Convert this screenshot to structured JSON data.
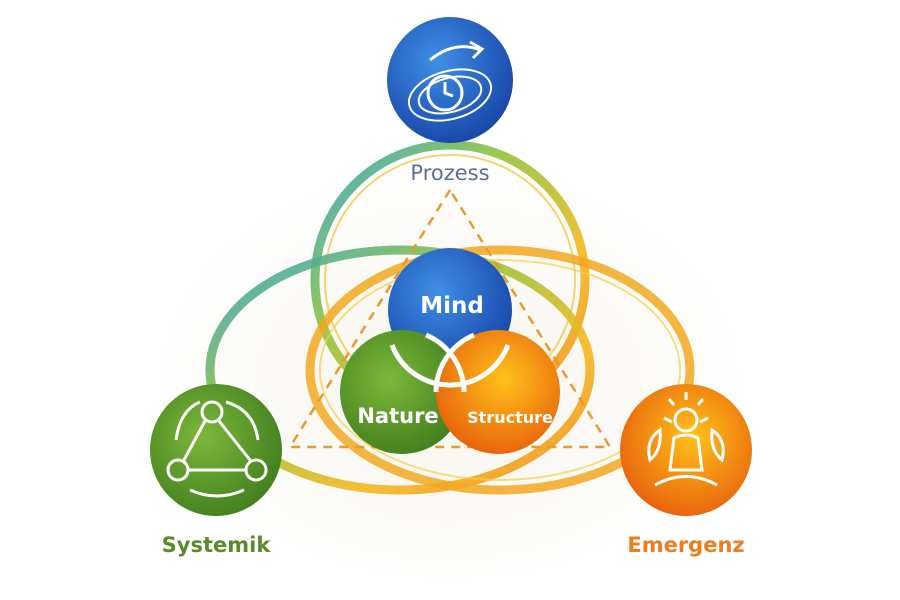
{
  "diagram": {
    "center": {
      "mind": "Mind",
      "nature": "Nature",
      "structure": "Structure"
    },
    "nodes": {
      "top": {
        "label": "Prozess",
        "icon": "clock-swirl-icon"
      },
      "left": {
        "label": "Systemik",
        "icon": "cycle-network-icon"
      },
      "right": {
        "label": "Emergenz",
        "icon": "meditation-figure-icon"
      }
    },
    "colors": {
      "blue": "#1f63c2",
      "green": "#5c9a2a",
      "orange": "#f07a10",
      "gold": "#f2b320",
      "prozess_text": "#5a6f9e",
      "systemik_text": "#5a8a2a",
      "emergenz_text": "#ee7d20"
    }
  }
}
